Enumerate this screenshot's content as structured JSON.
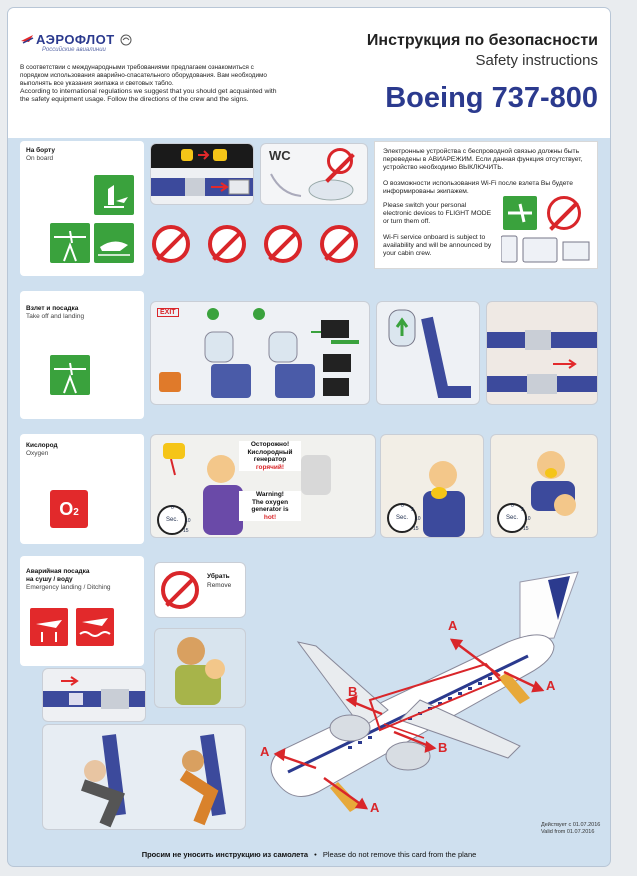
{
  "header": {
    "airline_name": "АЭРОФЛОТ",
    "airline_tagline": "Российские авиалинии",
    "title_ru": "Инструкция по безопасности",
    "title_en": "Safety instructions",
    "aircraft_model": "Boeing 737-800",
    "intro_ru": "В соответствии с международными требованиями предлагаем ознакомиться с порядком использования аварийно-спасательного оборудования. Вам необходимо выполнять все указания экипажа и световых табло.",
    "intro_en": "According to international regulations we suggest that you should get acquainted with the safety equipment usage. Follow the directions of the crew and the signs."
  },
  "sections": {
    "on_board": {
      "label_ru": "На борту",
      "label_en": "On board"
    },
    "takeoff": {
      "label_ru": "Взлет и посадка",
      "label_en": "Take off and landing"
    },
    "oxygen": {
      "label_ru": "Кислород",
      "label_en": "Oxygen",
      "symbol": "O",
      "symbol_sub": "2"
    },
    "emergency": {
      "label_ru": "Аварийная посадка на сушу / воду",
      "label_en": "Emergency landing / Ditching"
    }
  },
  "on_board": {
    "wc_label": "WC",
    "electronics_ru_1": "Электронные устройства с беспроводной связью должны быть переведены в АВИАРЕЖИМ. Если данная функция отсутствует, устройство необходимо ВЫКЛЮЧИТЬ.",
    "electronics_ru_2": "О возможности использования Wi-Fi после взлета Вы будете информированы экипажем.",
    "electronics_en_1": "Please switch your personal electronic devices to FLIGHT MODE or turn them off.",
    "electronics_en_2": "Wi-Fi service onboard is subject to availability and will be announced by your cabin crew."
  },
  "takeoff": {
    "exit_label": "EXIT"
  },
  "oxygen": {
    "warning_ru_1": "Осторожно!",
    "warning_ru_2": "Кислородный генератор",
    "warning_ru_3": "горячий!",
    "warning_en_1": "Warning!",
    "warning_en_2": "The oxygen generator is",
    "warning_en_3": "hot!",
    "timer_unit": "Sec.",
    "timer_ticks": [
      "0",
      "5",
      "10",
      "15"
    ]
  },
  "emergency": {
    "remove_ru": "Убрать",
    "remove_en": "Remove",
    "exit_label_a": "A",
    "exit_label_b": "B"
  },
  "footer": {
    "text_ru": "Просим не уносить инструкцию из самолета",
    "separator": "•",
    "text_en": "Please do not remove this card from the plane",
    "valid_ru": "Действует с 01.07.2016",
    "valid_en": "Valid from 01.07.2016"
  },
  "colors": {
    "brand": "#2b3a8e",
    "warning": "#d9262a",
    "safety_green": "#3aa23d",
    "card_bg": "#cfe0ef"
  }
}
